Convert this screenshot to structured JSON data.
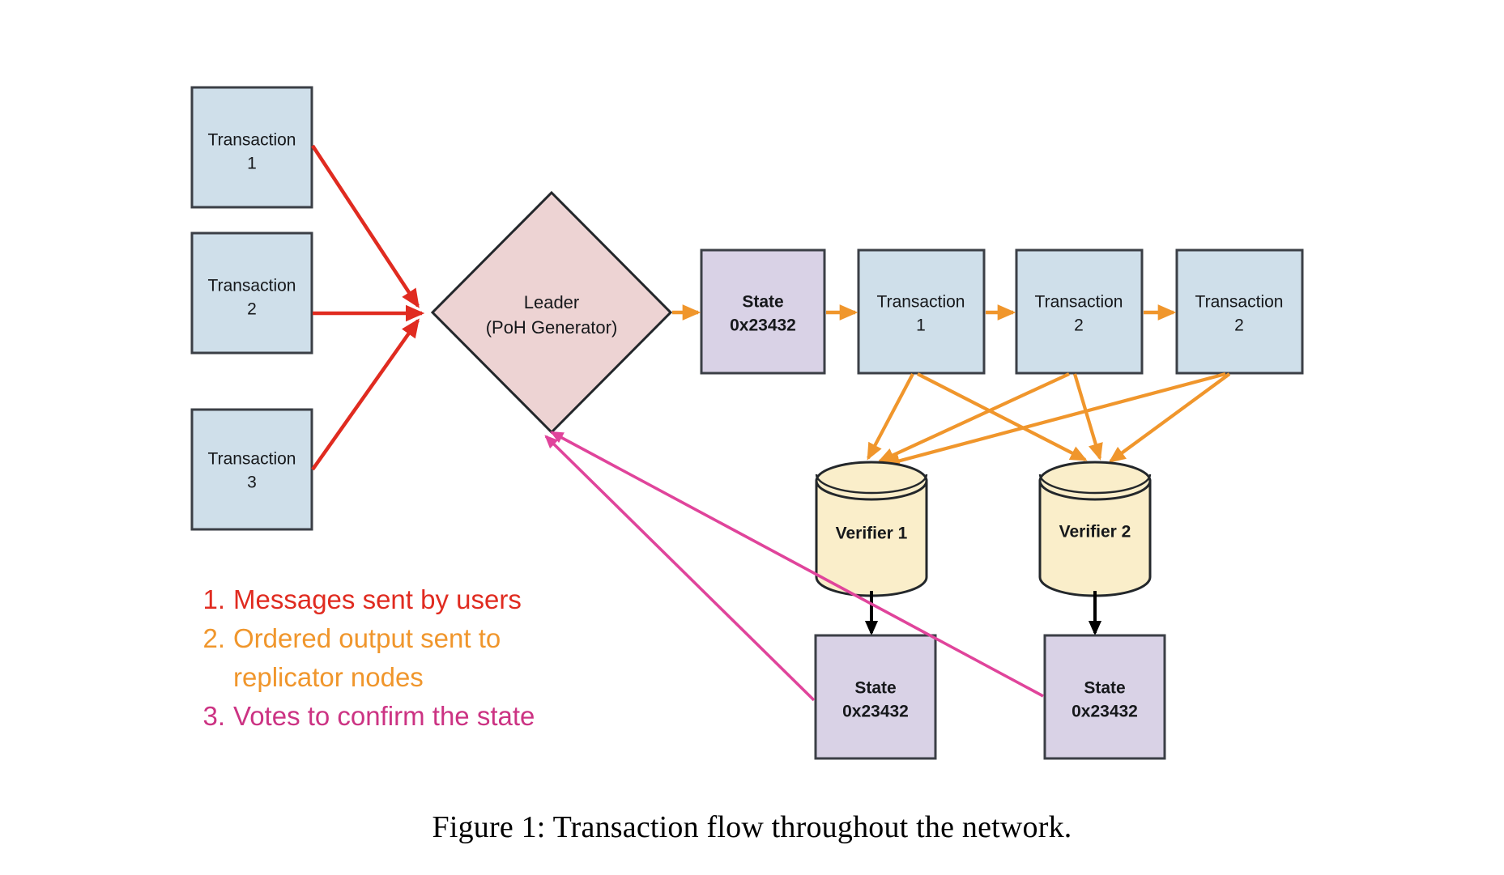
{
  "figure": {
    "caption": "Figure 1:  Transaction flow throughout the network."
  },
  "colors": {
    "transaction_fill": "#cfdfea",
    "state_fill": "#d9d2e6",
    "leader_fill": "#edd3d3",
    "verifier_fill": "#faeeca",
    "box_stroke": "#3b3f46",
    "arrow_messages": "#e02b20",
    "arrow_ordered": "#f0962c",
    "arrow_votes": "#e0449b",
    "arrow_commit": "#000000",
    "text": "#16181b",
    "caption_text": "#000000"
  },
  "incoming_transactions": [
    {
      "id": "tx-in-1",
      "title": "Transaction",
      "number": "1"
    },
    {
      "id": "tx-in-2",
      "title": "Transaction",
      "number": "2"
    },
    {
      "id": "tx-in-3",
      "title": "Transaction",
      "number": "3"
    }
  ],
  "leader": {
    "line1": "Leader",
    "line2": "(PoH Generator)"
  },
  "ledger_chain": [
    {
      "id": "ledger-state",
      "kind": "state",
      "line1": "State",
      "line2": "0x23432"
    },
    {
      "id": "ledger-tx-1",
      "kind": "transaction",
      "line1": "Transaction",
      "line2": "1"
    },
    {
      "id": "ledger-tx-2",
      "kind": "transaction",
      "line1": "Transaction",
      "line2": "2"
    },
    {
      "id": "ledger-tx-3",
      "kind": "transaction",
      "line1": "Transaction",
      "line2": "2"
    }
  ],
  "verifiers": [
    {
      "id": "verifier-1",
      "label": "Verifier 1"
    },
    {
      "id": "verifier-2",
      "label": "Verifier 2"
    }
  ],
  "verifier_states": [
    {
      "id": "verifier-state-1",
      "line1": "State",
      "line2": "0x23432"
    },
    {
      "id": "verifier-state-2",
      "line1": "State",
      "line2": "0x23432"
    }
  ],
  "legend": [
    {
      "num": "1.",
      "text": "Messages sent by users",
      "color": "#e02b20"
    },
    {
      "num": "2.",
      "text": "Ordered output sent to",
      "text2": "replicator nodes",
      "color": "#f0962c"
    },
    {
      "num": "3.",
      "text": "Votes to confirm the state",
      "color": "#cc3383"
    }
  ]
}
